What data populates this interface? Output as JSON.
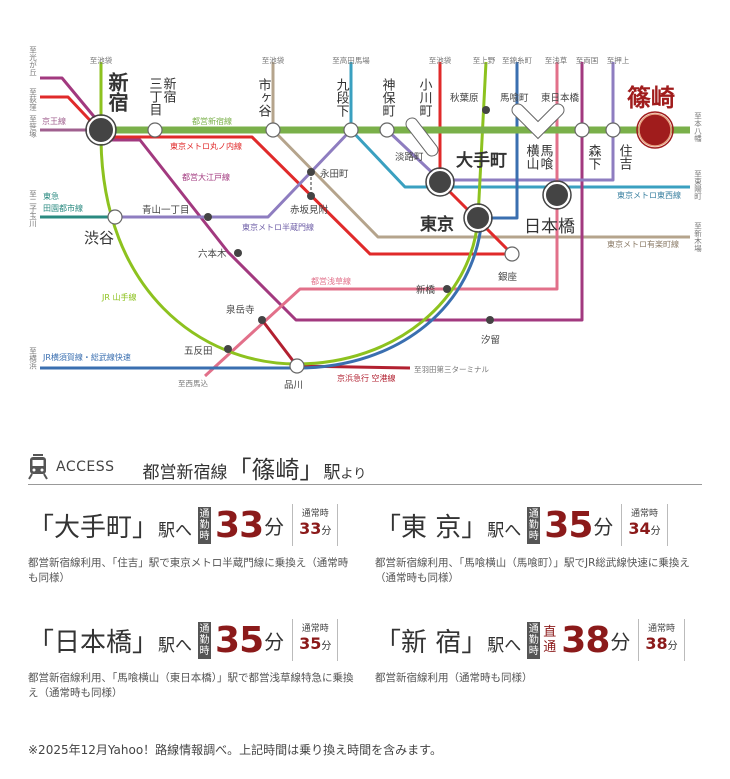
{
  "map": {
    "directions": {
      "ikebukuro1": "至池袋",
      "ikebukuro2": "至池袋",
      "takadanobaba": "至高田馬場",
      "ikebukuro3": "至池袋",
      "ueno": "至上野",
      "kinshicho": "至錦糸町",
      "asakusa": "至浅草",
      "ryogoku": "至両国",
      "oshiage": "至押上",
      "hikarigaoka": "至光が丘",
      "ogikubo": "至荻窪",
      "sasazuka": "至笹塚",
      "futakotamagawa": "至二子玉川",
      "yokohama": "至横浜",
      "motoyawata": "至本八幡",
      "toyocho": "至東陽町",
      "shinkiba": "至新木場",
      "nishimagome": "至西馬込",
      "haneda": "至羽田第三ターミナル"
    },
    "lines": {
      "keio": "京王線",
      "shinjuku": "都営新宿線",
      "marunouchi": "東京メトロ丸ノ内線",
      "oedo": "都営大江戸線",
      "denentoshi1": "東急",
      "denentoshi2": "田園都市線",
      "hanzomon": "東京メトロ半蔵門線",
      "asakusa": "都営浅草線",
      "yamanote": "JR 山手線",
      "yokosuka": "JR横須賀線・総武線快速",
      "keikyu": "京浜急行 空港線",
      "tozai": "東京メトロ東西線",
      "yurakucho": "東京メトロ有楽町線"
    },
    "stations": {
      "shinjuku": "新宿",
      "sanchome_a": "新宿",
      "sanchome_b": "三丁目",
      "ichigaya": "市ヶ谷",
      "kudanshita": "九段下",
      "jimbocho": "神保町",
      "ogawamachi": "小川町",
      "akihabara": "秋葉原",
      "bakurocho": "馬喰町",
      "higashinihombashi": "東日本橋",
      "shinozaki": "篠崎",
      "awajicho": "淡路町",
      "otemachi": "大手町",
      "bakuro_a": "馬喰",
      "bakuro_b": "横山",
      "morishita": "森下",
      "sumiyoshi": "住吉",
      "nagatacho": "永田町",
      "akasakamitsuke": "赤坂見附",
      "aoyama": "青山一丁目",
      "shibuya": "渋谷",
      "tokyo": "東京",
      "nihombashi": "日本橋",
      "ginza": "銀座",
      "roppongi": "六本木",
      "shimbashi": "新橋",
      "sengakuji": "泉岳寺",
      "shiodome": "汐留",
      "gotanda": "五反田",
      "shinagawa": "品川"
    },
    "colors": {
      "shinjuku": "#7ab04a",
      "marunouchi": "#e02a2a",
      "oedo": "#a2397f",
      "hanzomon": "#8e7dc0",
      "tozai": "#3aa0c0",
      "yamanote": "#8dc21f",
      "yokosuka": "#3a6fb0",
      "asakusa": "#e2708a",
      "yurakucho": "#b5a48c",
      "keikyu": "#b22030",
      "denentoshi": "#2a8a80",
      "keio": "#a0608f",
      "accent": "#8b1a1a"
    }
  },
  "access": {
    "label": "ACCESS",
    "title_pre": "都営新宿線",
    "title_station": "「篠崎」",
    "title_post": "駅",
    "title_suffix": "より",
    "routes": [
      {
        "dest": "「大手町」",
        "dest_suffix": "駅へ",
        "badge": "通勤時",
        "extra": "",
        "time": "33",
        "unit": "分",
        "normal_label": "通常時",
        "normal_time": "33",
        "normal_unit": "分",
        "note": "都営新宿線利用、「住吉」駅で東京メトロ半蔵門線に乗換え（通常時も同様）"
      },
      {
        "dest": "「東 京」",
        "dest_suffix": "駅へ",
        "badge": "通勤時",
        "extra": "",
        "time": "35",
        "unit": "分",
        "normal_label": "通常時",
        "normal_time": "34",
        "normal_unit": "分",
        "note": "都営新宿線利用、「馬喰横山（馬喰町）」駅でJR総武線快速に乗換え（通常時も同様）"
      },
      {
        "dest": "「日本橋」",
        "dest_suffix": "駅へ",
        "badge": "通勤時",
        "extra": "",
        "time": "35",
        "unit": "分",
        "normal_label": "通常時",
        "normal_time": "35",
        "normal_unit": "分",
        "note": "都営新宿線利用、「馬喰横山（東日本橋）」駅で都営浅草線特急に乗換え（通常時も同様）"
      },
      {
        "dest": "「新 宿」",
        "dest_suffix": "駅へ",
        "badge": "通勤時",
        "extra": "直通",
        "time": "38",
        "unit": "分",
        "normal_label": "通常時",
        "normal_time": "38",
        "normal_unit": "分",
        "note": "都営新宿線利用（通常時も同様）"
      }
    ]
  },
  "footnote": "※2025年12月Yahoo！路線情報調べ。上記時間は乗り換え時間を含みます。"
}
